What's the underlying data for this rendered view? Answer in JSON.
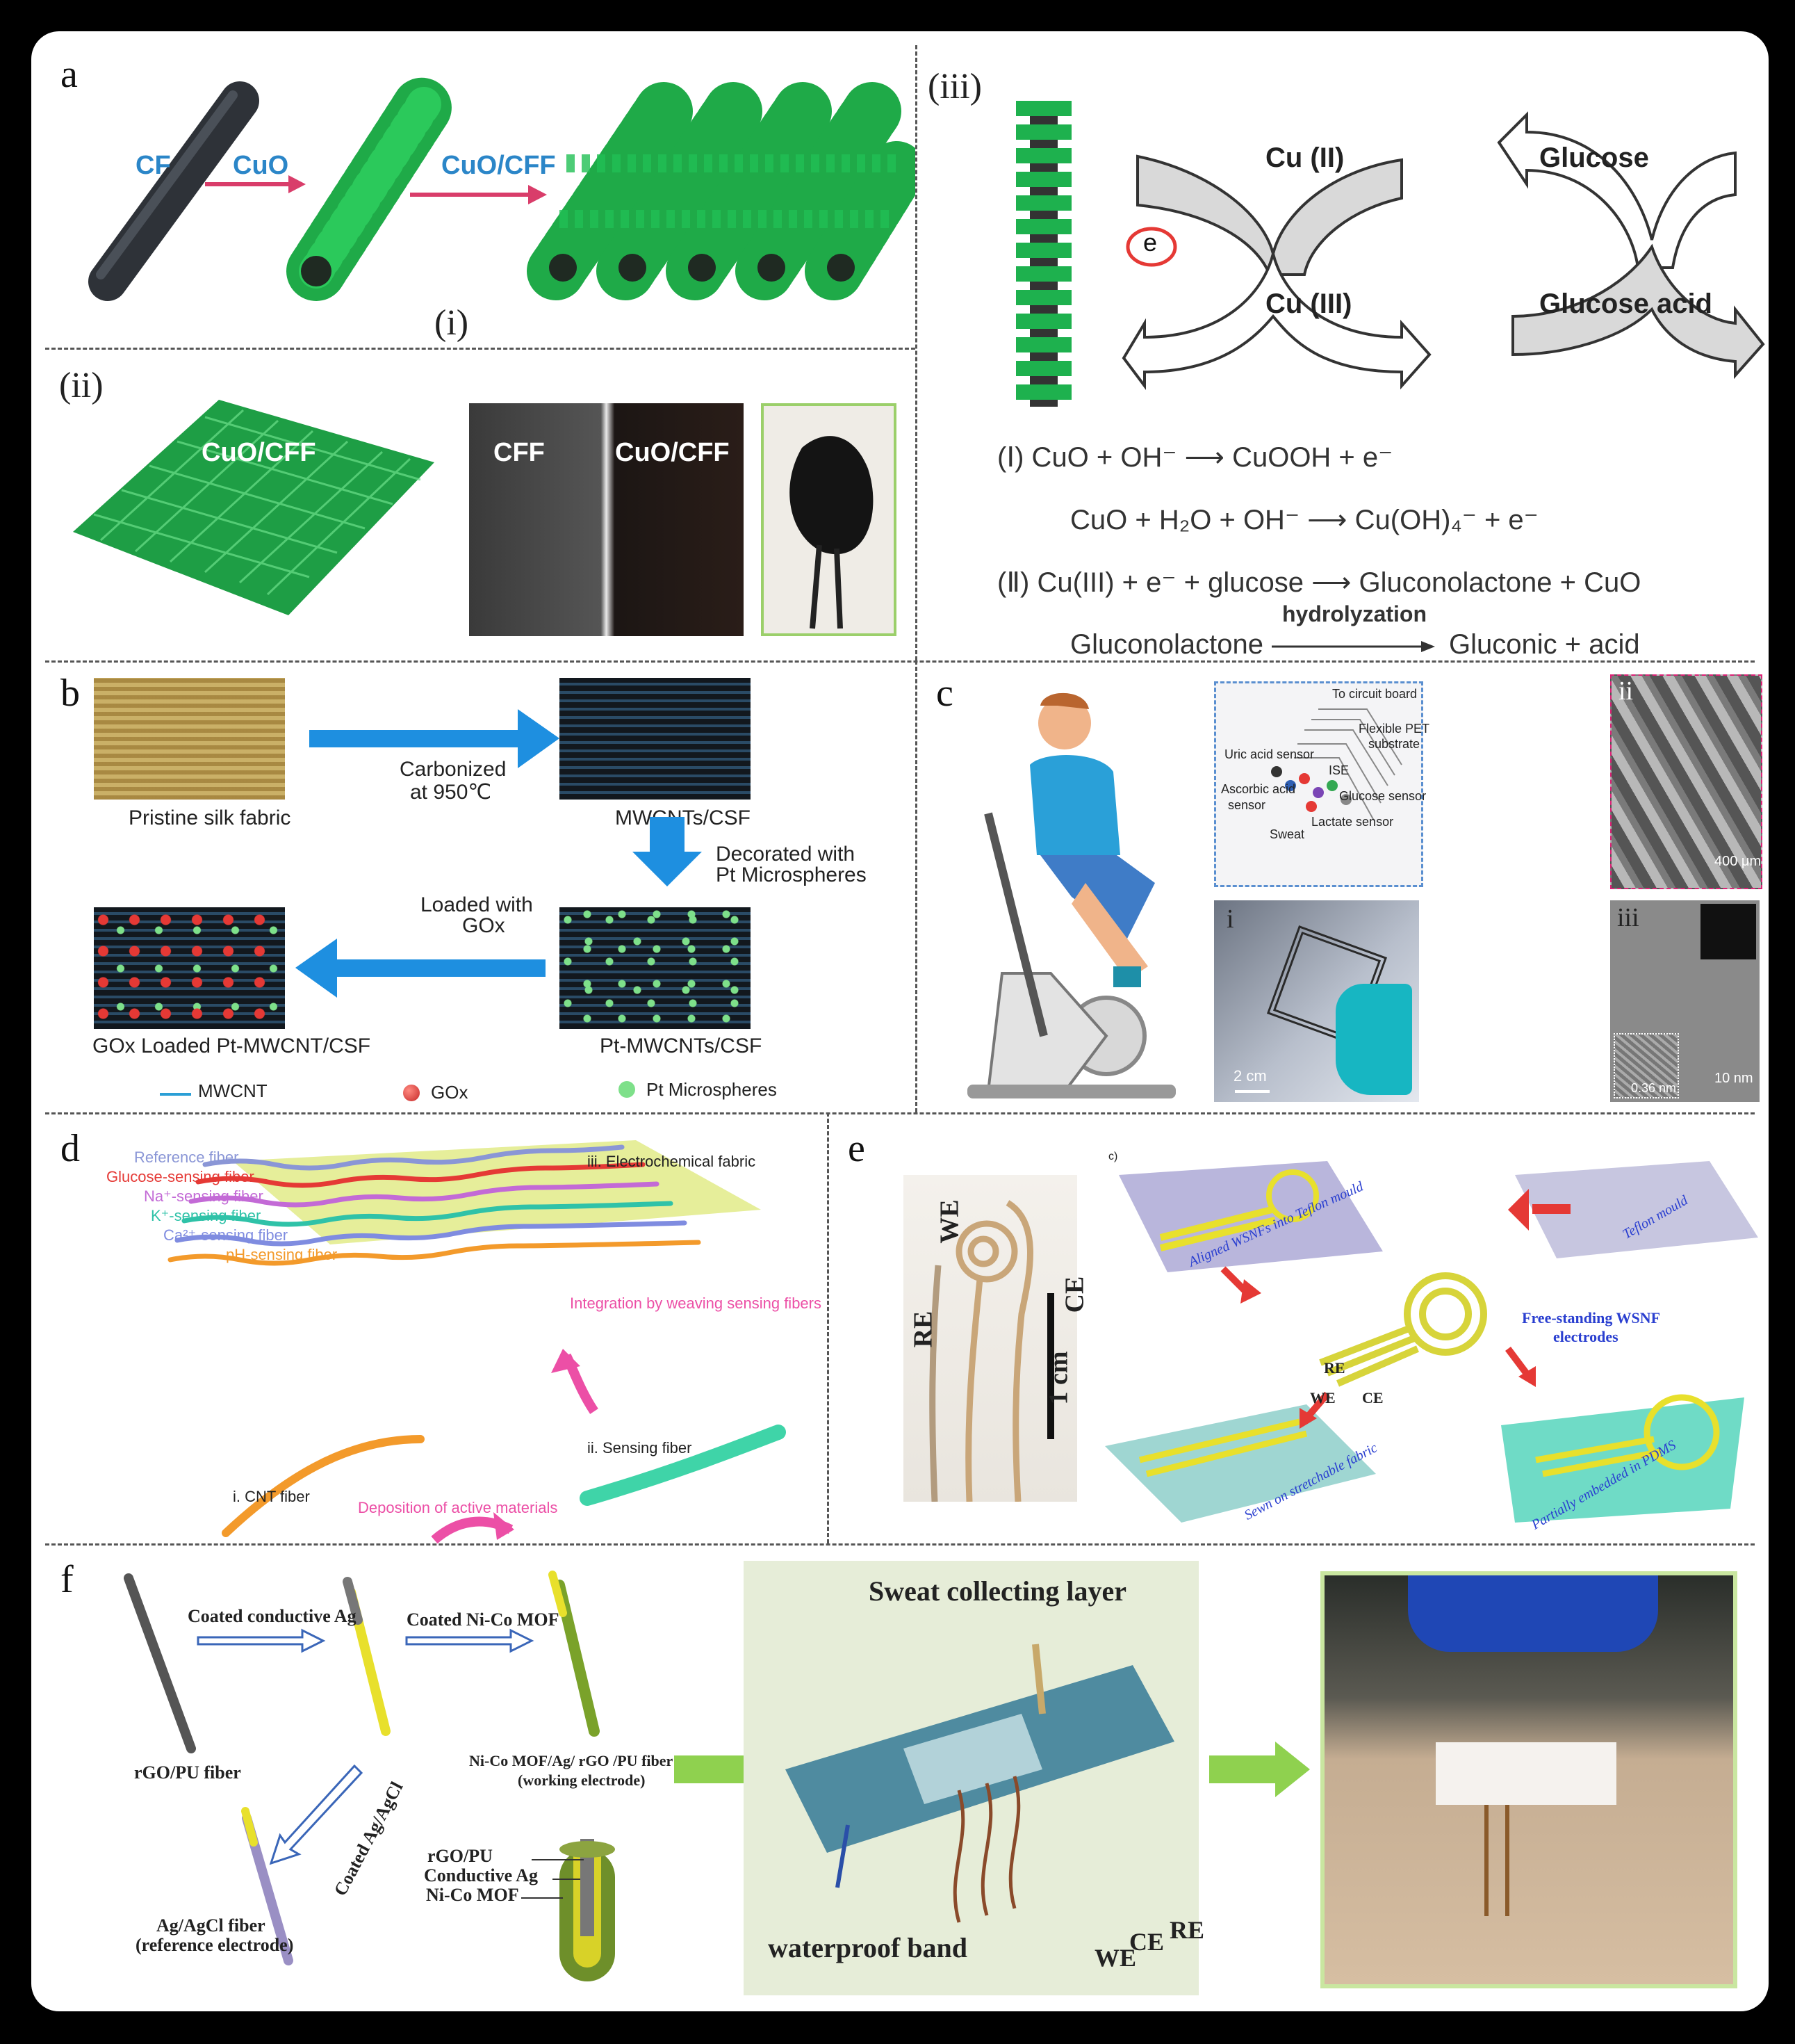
{
  "panel_a": {
    "label": "a",
    "cf": "CF",
    "cuo": "CuO",
    "cuo_cff": "CuO/CFF",
    "sub_i": "(i)",
    "sub_ii": "(ii)",
    "sub_iii": "(iii)",
    "fabric_label": "CuO/CFF",
    "photo_left": "CFF",
    "photo_right": "CuO/CFF",
    "cu2": "Cu (II)",
    "cu3": "Cu (III)",
    "glucose": "Glucose",
    "glucose_acid": "Glucose acid",
    "electron": "e",
    "eq1": "(Ⅰ)  CuO + OH⁻ ⟶ CuOOH + e⁻",
    "eq2": "CuO + H₂O + OH⁻ ⟶ Cu(OH)₄⁻ + e⁻",
    "eq3": "(Ⅱ)  Cu(III) + e⁻ + glucose ⟶ Gluconolactone + CuO",
    "eq4_left": "Gluconolactone",
    "eq4_arrow": "hydrolyzation",
    "eq4_right": "Gluconic + acid"
  },
  "panel_b": {
    "label": "b",
    "pristine": "Pristine silk fabric",
    "carbonized": "Carbonized",
    "at950": "at 950℃",
    "mwcnt_csf": "MWCNTs/CSF",
    "decorated": "Decorated with",
    "pt_micro": "Pt Microspheres",
    "loaded": "Loaded with",
    "gox": "GOx",
    "pt_mwcnt": "Pt-MWCNTs/CSF",
    "gox_loaded": "GOx Loaded Pt-MWCNT/CSF",
    "legend_mwcnt": "MWCNT",
    "legend_gox": "GOx",
    "legend_pt": "Pt Microspheres",
    "colors": {
      "mwcnt": "#2b9fd6",
      "gox": "#e53935",
      "pt": "#7ee08a",
      "arrow": "#1e8fe0"
    }
  },
  "panel_c": {
    "label": "c",
    "to_circuit": "To circuit board",
    "flexible": "Flexible PET",
    "substrate": "substrate",
    "uric": "Uric acid sensor",
    "ise": "ISE",
    "ascorbic": "Ascorbic acid",
    "sensor": "sensor",
    "glucose_sensor": "Glucose sensor",
    "lactate": "Lactate sensor",
    "sweat": "Sweat",
    "sub_i": "i",
    "sub_ii": "ii",
    "sub_iii": "iii",
    "scale_2cm": "2 cm",
    "scale_400": "400 μm",
    "scale_10nm": "10 nm",
    "spacing": "0.36 nm"
  },
  "panel_d": {
    "label": "d",
    "reference": "Reference fiber",
    "glucose": "Glucose-sensing fiber",
    "na": "Na⁺-sensing fiber",
    "k": "K⁺-sensing fiber",
    "ca": "Ca²⁺-sensing fiber",
    "ph": "pH-sensing fiber",
    "electrochemical": "iii. Electrochemical fabric",
    "integration": "Integration by weaving sensing fibers",
    "sensing_fiber": "ii. Sensing fiber",
    "cnt_fiber": "i. CNT fiber",
    "deposition": "Deposition of active materials"
  },
  "panel_e": {
    "label": "e",
    "we": "WE",
    "ce": "CE",
    "re": "RE",
    "scale": "1 cm",
    "corner": "c)",
    "aligned": "Aligned WSNFs into Teflon mould",
    "teflon": "Teflon mould",
    "free": "Free-standing WSNF",
    "electrodes": "electrodes",
    "sewn": "Sewn on stretchable fabric",
    "partially": "Partially embedded in PDMS"
  },
  "panel_f": {
    "label": "f",
    "coated_ag": "Coated conductive Ag",
    "coated_mof": "Coated Ni-Co MOF",
    "rgo_fiber": "rGO/PU fiber",
    "nico_fiber": "Ni-Co MOF/Ag/ rGO /PU fiber",
    "working": "(working electrode)",
    "coated_agcl": "Coated Ag/AgCl",
    "agcl_fiber": "Ag/AgCl fiber",
    "reference": "(reference electrode)",
    "layer1": "rGO/PU",
    "layer2": "Conductive Ag",
    "layer3": "Ni-Co MOF",
    "sweat_layer": "Sweat collecting layer",
    "waterproof": "waterproof band",
    "we": "WE",
    "ce": "CE",
    "re": "RE"
  }
}
